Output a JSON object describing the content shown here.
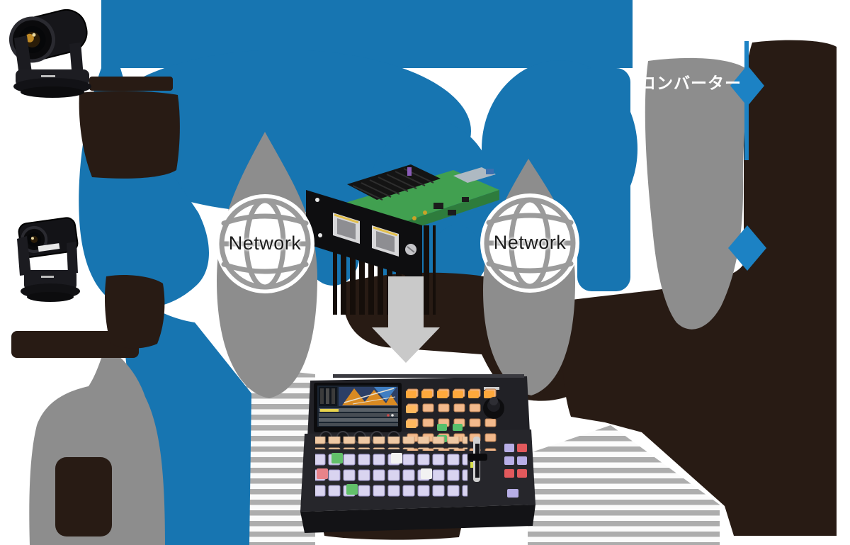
{
  "diagram": {
    "type": "product-connection-diagram",
    "background": "#ffffff",
    "labels": {
      "network_left": "Network",
      "network_right": "Network",
      "converter": "コンバーター"
    },
    "devices": {
      "camera_top": "remote-ptz-camera",
      "camera_bottom": "remote-ptz-camera",
      "interface_card": "network-interface-card",
      "switcher": "live-switcher-console",
      "converter_units": "converter-devices"
    },
    "colors": {
      "flow_blue": "#1775b1",
      "shadow_gray": "#8d8d8d",
      "ink_dark": "#281b14",
      "arrow_light_gray": "#c9c9c9",
      "pcb_green": "#3f9e4e"
    }
  }
}
